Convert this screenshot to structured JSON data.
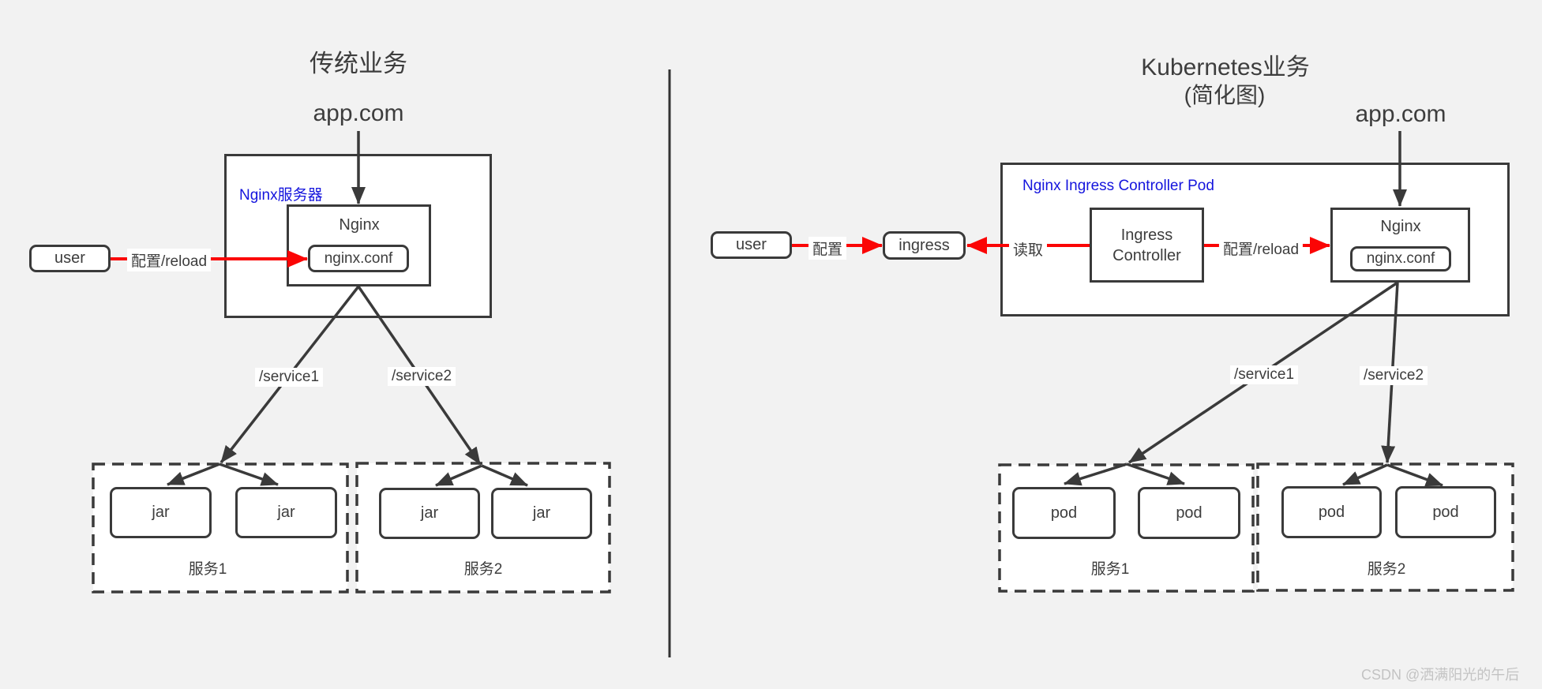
{
  "left": {
    "title": "传统业务",
    "domain": "app.com",
    "server_label": "Nginx服务器",
    "nginx": "Nginx",
    "conf": "nginx.conf",
    "user": "user",
    "config_reload": "配置/reload",
    "service1_path": "/service1",
    "service2_path": "/service2",
    "service1": "服务1",
    "service2": "服务2",
    "instances": [
      "jar",
      "jar",
      "jar",
      "jar"
    ]
  },
  "right": {
    "title": "Kubernetes业务",
    "subtitle": "(简化图)",
    "domain": "app.com",
    "pod_label": "Nginx Ingress Controller Pod",
    "user": "user",
    "config": "配置",
    "ingress": "ingress",
    "read": "读取",
    "controller": "Ingress Controller",
    "nginx": "Nginx",
    "conf": "nginx.conf",
    "config_reload": "配置/reload",
    "service1_path": "/service1",
    "service2_path": "/service2",
    "service1": "服务1",
    "service2": "服务2",
    "instances": [
      "pod",
      "pod",
      "pod",
      "pod"
    ]
  },
  "watermark": "CSDN @洒满阳光的午后",
  "colors": {
    "background": "#f2f2f2",
    "line": "#3a3a3a",
    "accent_red": "#fb0505",
    "accent_blue": "#1414dd",
    "watermark": "#c3c3c3",
    "box_fill": "#ffffff"
  }
}
